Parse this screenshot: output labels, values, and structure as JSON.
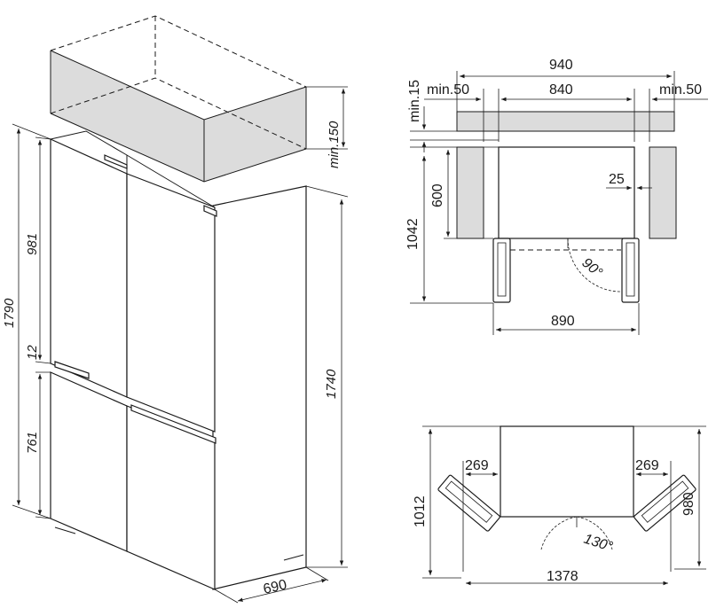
{
  "side_view": {
    "total_height": "1790",
    "upper_door_height": "981",
    "gap": "12",
    "lower_door_height": "761",
    "cabinet_height": "1740",
    "depth": "690",
    "top_clearance": "min.150"
  },
  "top_view_open_90": {
    "niche_width": "940",
    "min_side_left": "min.50",
    "cabinet_width": "840",
    "min_side_right": "min.50",
    "min_top": "min.15",
    "depth_total": "1042",
    "body_depth": "600",
    "door_offset": "25",
    "angle": "90°",
    "width_with_doors": "890"
  },
  "top_view_open_130": {
    "side_left": "269",
    "side_right": "269",
    "depth_total": "1012",
    "depth_right": "980",
    "angle": "130°",
    "width_open": "1378"
  }
}
